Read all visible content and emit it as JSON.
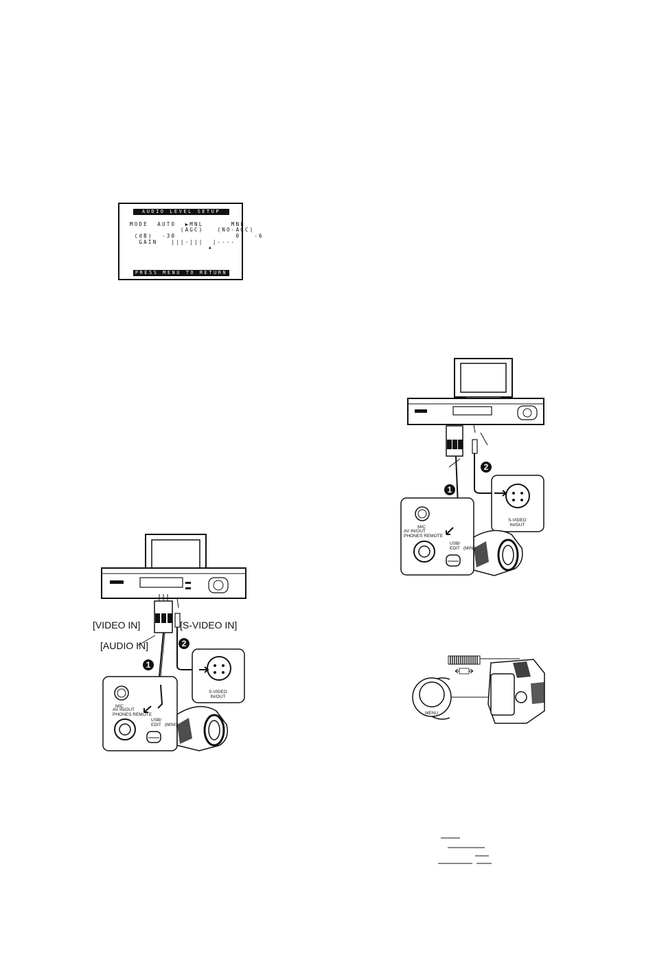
{
  "audio_level_setup": {
    "title": "AUDIO LEVEL SETUP",
    "row_mode": "MODE  AUTO  ▶MNL      MNL",
    "row_agc": "           (AGC)   (NO-AGC)",
    "row_db": " (dB)  -30             0   -6",
    "row_gain": "  GAIN   |||·|||  |----",
    "marker": "▲",
    "footer": "PRESS MENU TO RETURN"
  },
  "connection_left": {
    "video_in_label": "[VIDEO IN]",
    "s_video_in_label": "[S-VIDEO IN]",
    "audio_in_label": "[AUDIO IN]",
    "step1": "1",
    "step2": "2",
    "mic_label": "MIC",
    "av_label": "AV IN/OUT\nPHONES REMOTE",
    "usb_label": "USB/\nEDIT",
    "mini_label": "(MINI)",
    "svideo_label": "S-VIDEO\nIN/OUT"
  },
  "connection_right": {
    "step1": "1",
    "step2": "2",
    "mic_label": "MIC",
    "av_label": "AV IN/OUT\nPHONES REMOTE",
    "usb_label": "USB/\nEDIT",
    "mini_label": "(MINI)",
    "svideo_label": "S-VIDEO\nIN/OUT"
  },
  "menu_dial": {
    "menu_label": "MENU"
  }
}
